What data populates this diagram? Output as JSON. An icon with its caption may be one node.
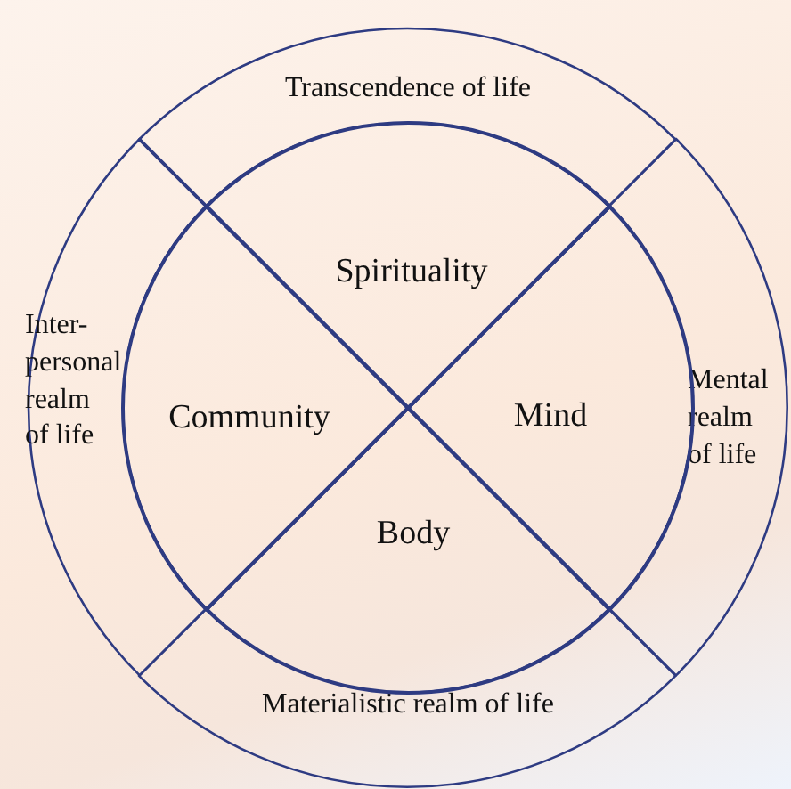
{
  "diagram": {
    "nodes": [
      {
        "text": [
          "Transcendence of life"
        ]
      },
      {
        "text": [
          "Mental realm of life"
        ]
      },
      {
        "text": [
          "Materialistic realm of life"
        ]
      },
      {
        "text": [
          "Inter-personal realm of life"
        ]
      },
      {
        "text": [
          "Spirituality"
        ]
      },
      {
        "text": [
          "Mind"
        ]
      },
      {
        "text": [
          "Body"
        ]
      },
      {
        "text": [
          "Community"
        ]
      }
    ]
  }
}
